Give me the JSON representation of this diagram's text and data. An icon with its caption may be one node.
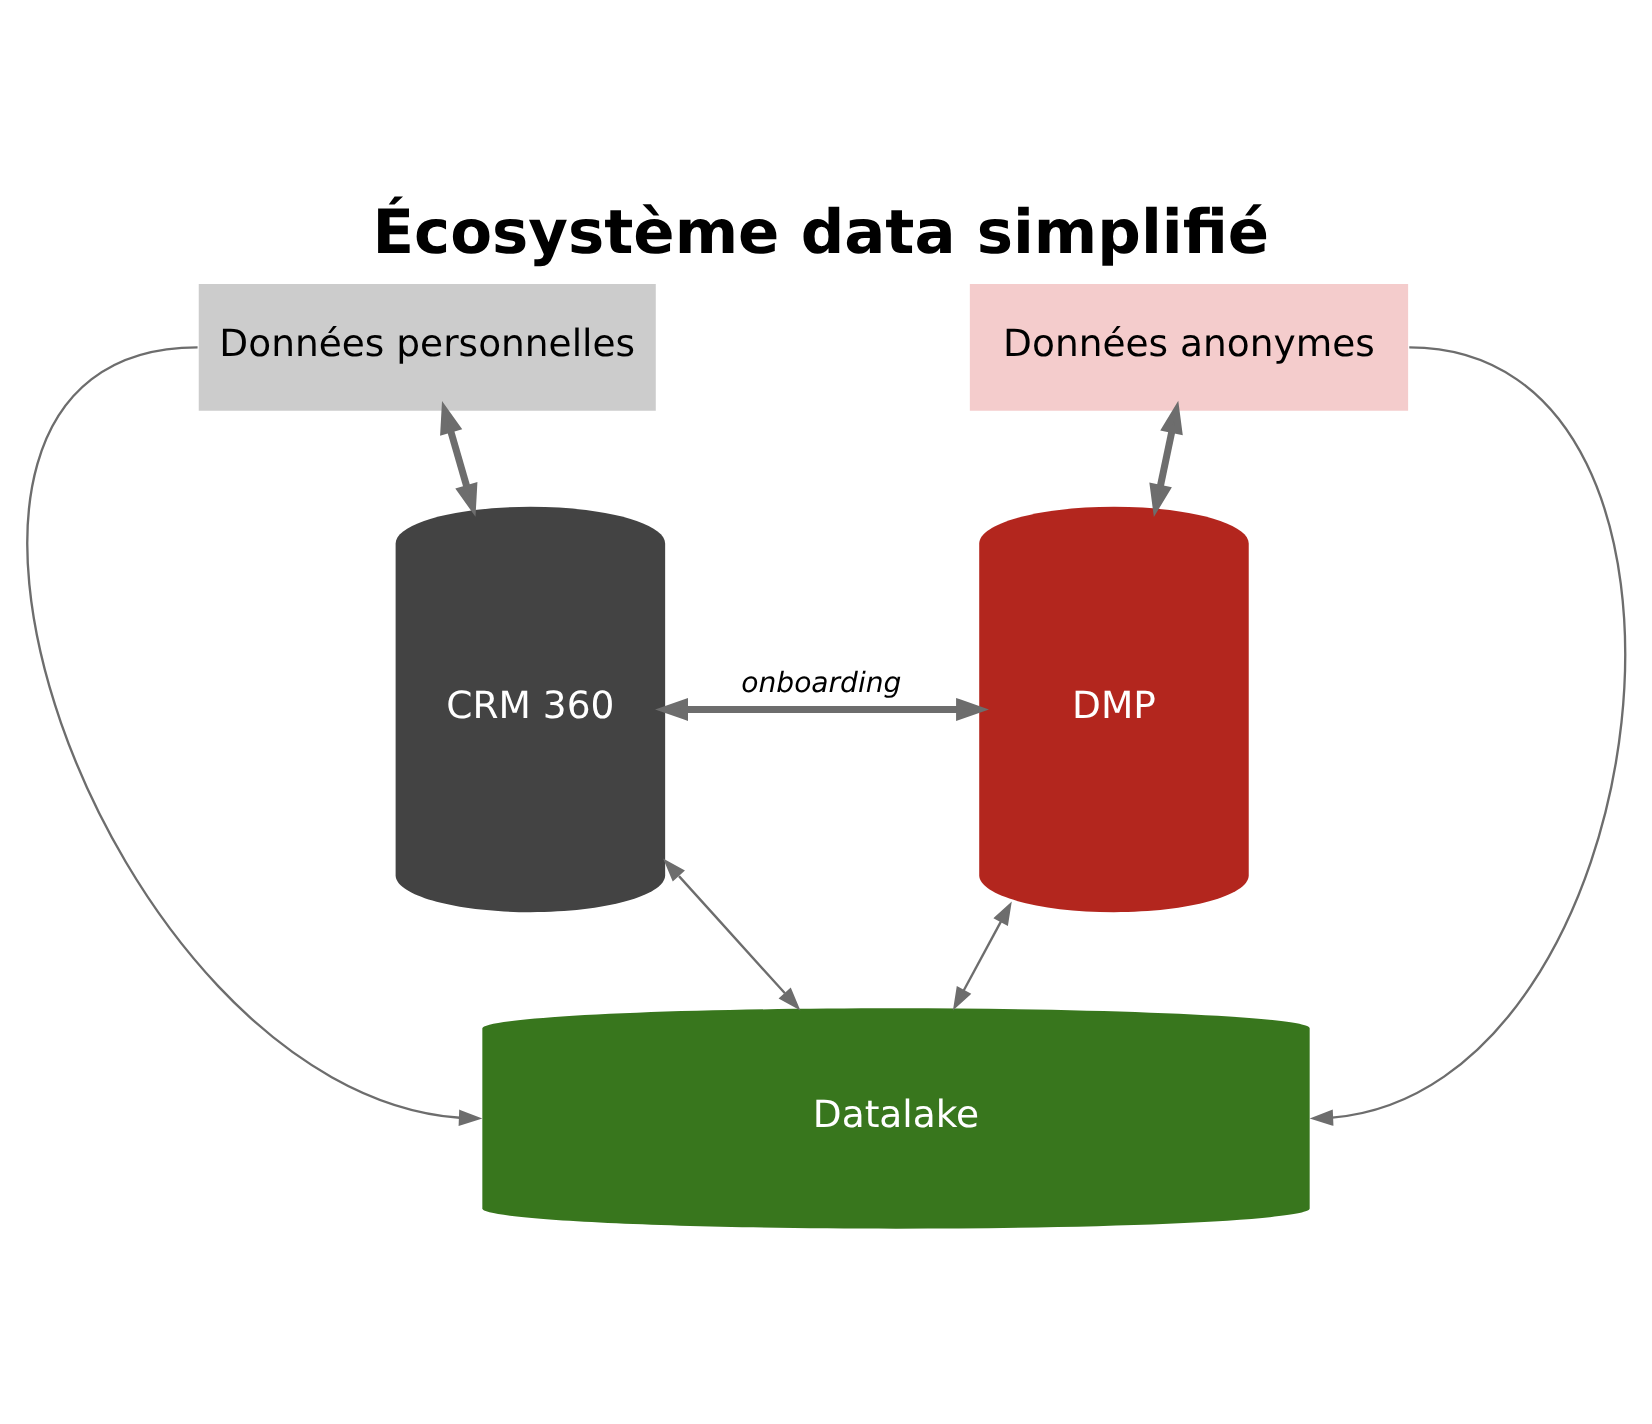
{
  "diagram": {
    "title": "Écosystème data simplifié",
    "nodes": [
      {
        "text": [
          "Données personnelles"
        ]
      },
      {
        "text": [
          "Données anonymes"
        ]
      },
      {
        "text": [
          "CRM 360"
        ]
      },
      {
        "text": [
          "DMP"
        ]
      },
      {
        "text": [
          "Datalake"
        ]
      }
    ],
    "edges": [
      {
        "from": 0,
        "to": 2,
        "arrow": "both",
        "style": "thick"
      },
      {
        "from": 1,
        "to": 3,
        "arrow": "both",
        "style": "thick"
      },
      {
        "from": 2,
        "to": 3,
        "arrow": "both",
        "style": "thick",
        "label": "onboarding"
      },
      {
        "from": 2,
        "to": 4,
        "arrow": "both"
      },
      {
        "from": 3,
        "to": 4,
        "arrow": "both"
      },
      {
        "from": 0,
        "to": 4,
        "arrow": "to"
      },
      {
        "from": 1,
        "to": 4,
        "arrow": "to"
      }
    ]
  }
}
